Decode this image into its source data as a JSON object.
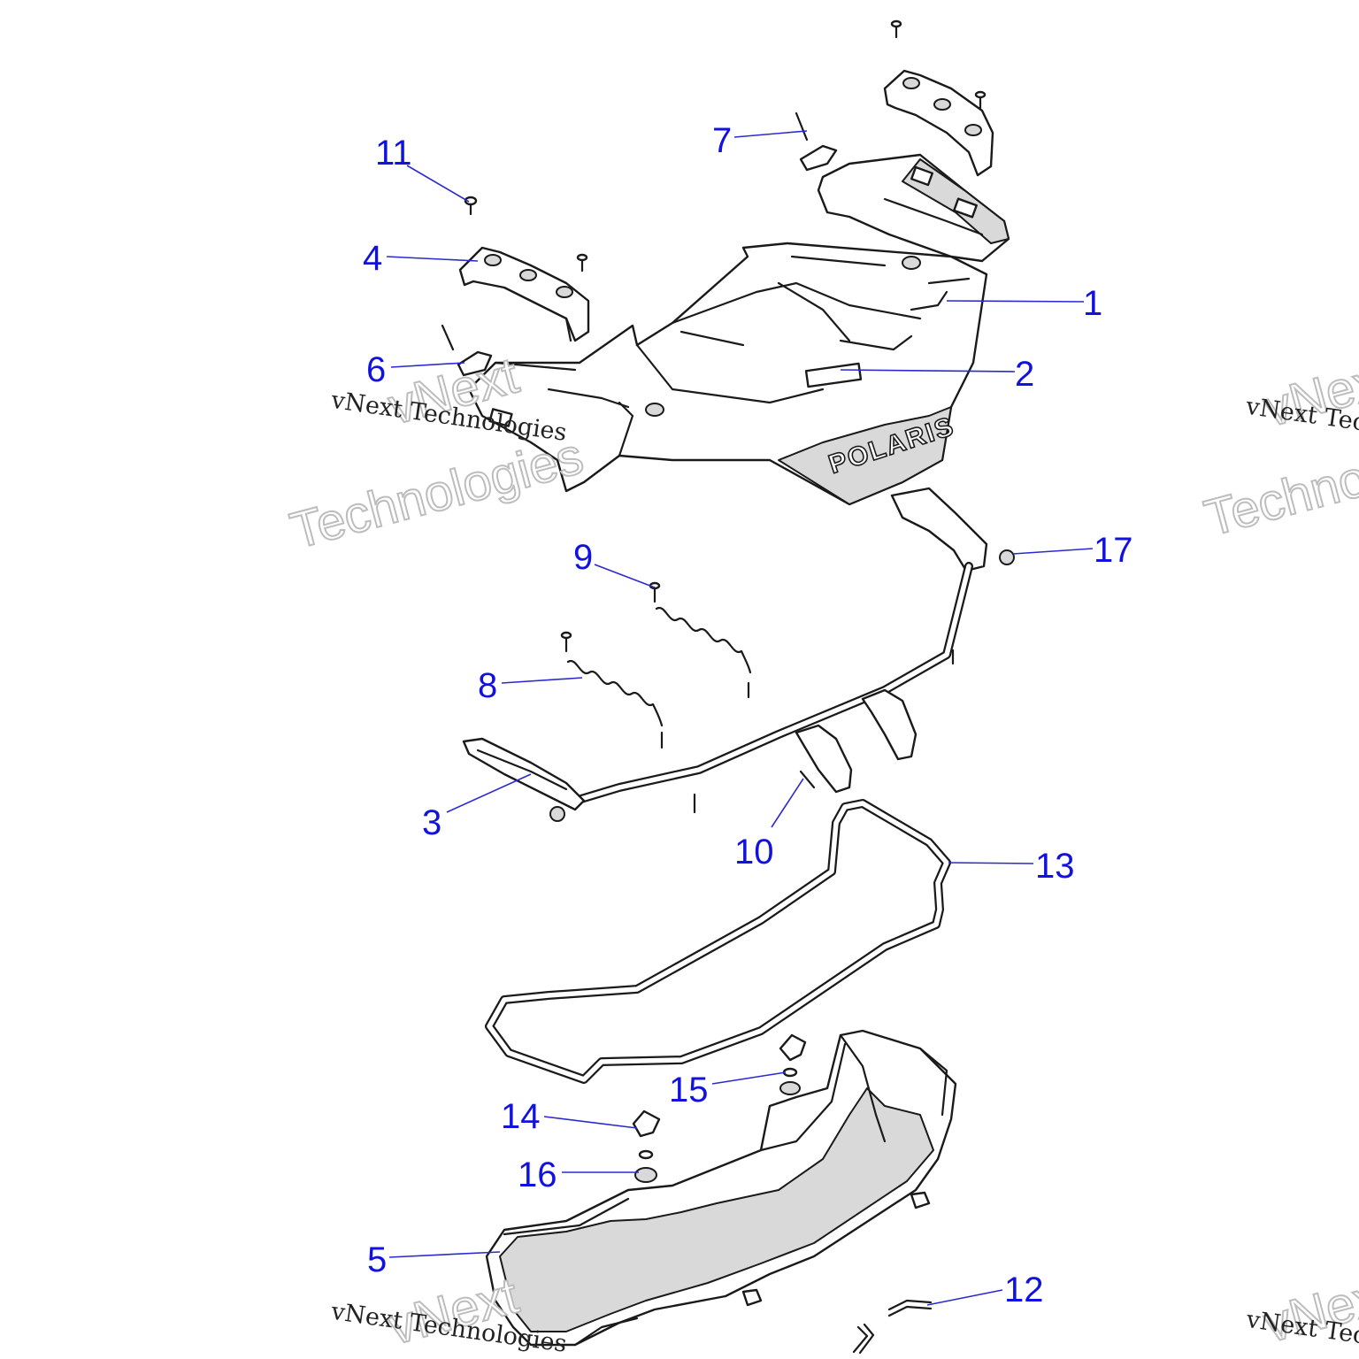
{
  "diagram": {
    "brand_logo": "POLARIS",
    "callouts": [
      "1",
      "2",
      "3",
      "4",
      "5",
      "6",
      "7",
      "8",
      "9",
      "10",
      "11",
      "12",
      "13",
      "14",
      "15",
      "16",
      "17"
    ],
    "watermark": {
      "small_text": "vNext Technologies",
      "large_line1": "vNext",
      "large_line2": "Technologies"
    },
    "colors": {
      "callout": "#1212e0",
      "leader": "#2a2ad0",
      "line_art": "#1a1a1a",
      "shading": "#d9d9d9"
    }
  }
}
